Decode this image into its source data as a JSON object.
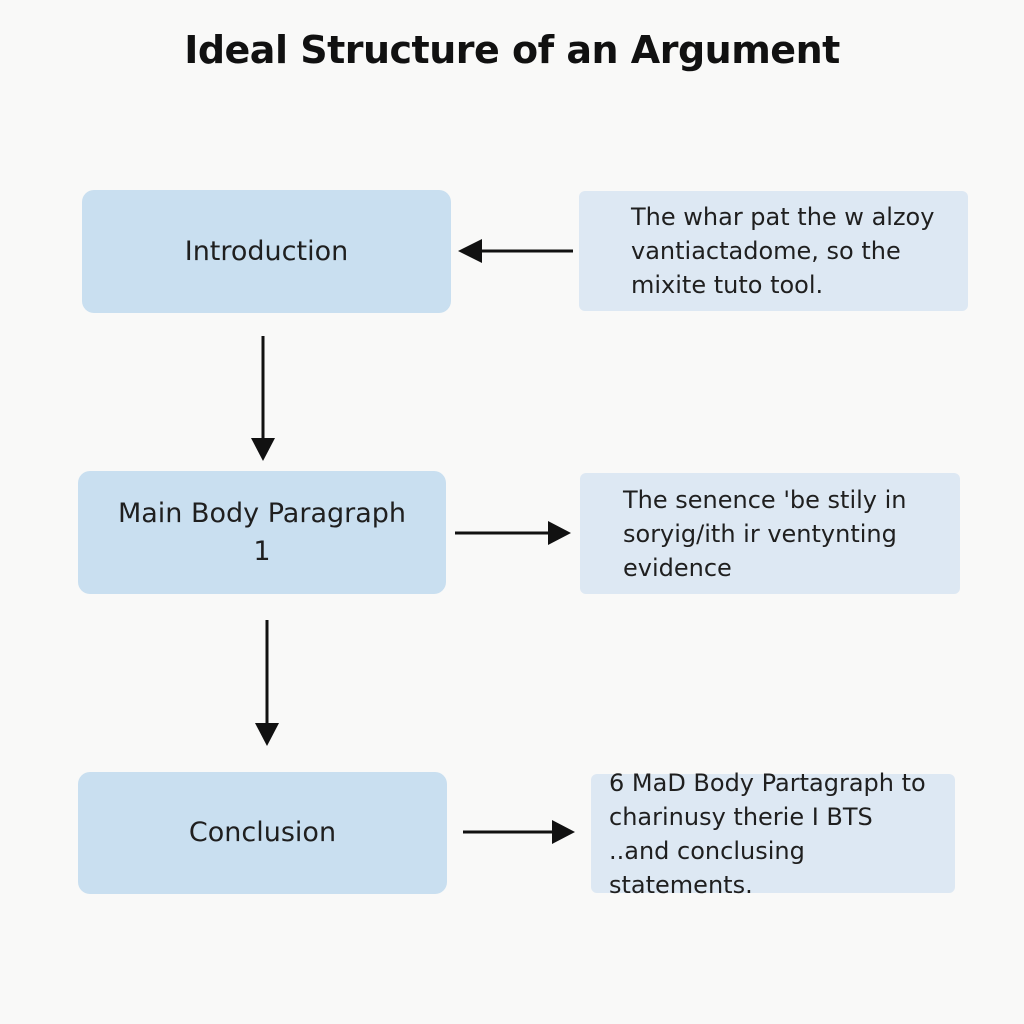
{
  "title": "Ideal Structure of an Argument",
  "stages": [
    {
      "id": "intro",
      "label": "Introduction"
    },
    {
      "id": "body",
      "label": "Main Body Paragraph 1"
    },
    {
      "id": "concl",
      "label": "Conclusion"
    }
  ],
  "notes": [
    {
      "id": "intro",
      "text": "The whar pat the w alzoy vantiactadome, so the mixite tuto tool."
    },
    {
      "id": "body",
      "text": "The senence 'be stily in soryig/ith ir ventynting evidence"
    },
    {
      "id": "concl",
      "text": "6 MaD Body Partagraph to charinusy therie I BTS ..and conclusing statements."
    }
  ],
  "colors": {
    "stage_fill": "#c9dff0",
    "note_fill": "#dde8f3",
    "arrow": "#111111",
    "background": "#f9f9f8"
  }
}
